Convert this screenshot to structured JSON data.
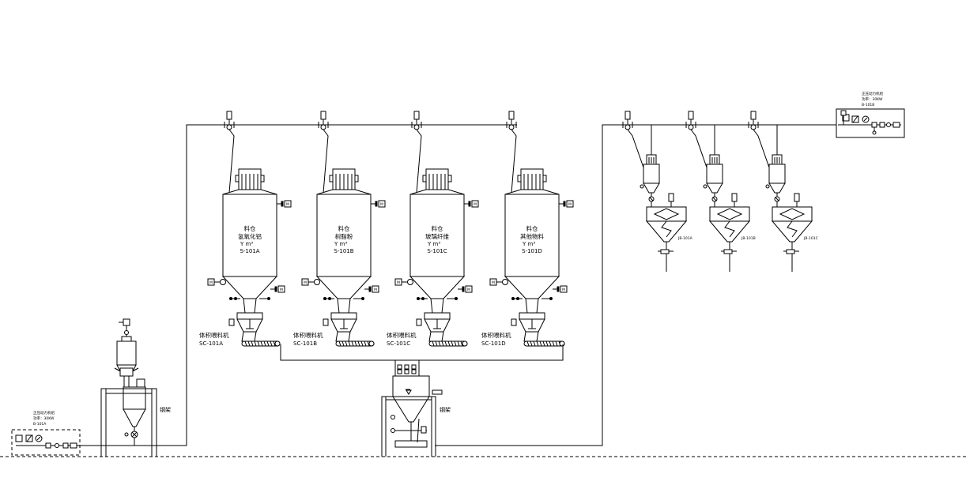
{
  "silos": [
    {
      "id": "S-101A",
      "title": "料仓",
      "material": "氢氧化铝",
      "capacity": "Y m³",
      "tag": "S-101A",
      "feeder_name": "体积喂料机",
      "feeder_tag": "SC-101A"
    },
    {
      "id": "S-101B",
      "title": "料仓",
      "material": "树脂粉",
      "capacity": "Y m³",
      "tag": "S-101B",
      "feeder_name": "体积喂料机",
      "feeder_tag": "SC-101B"
    },
    {
      "id": "S-101C",
      "title": "料仓",
      "material": "玻璃纤维",
      "capacity": "Y m³",
      "tag": "S-101C",
      "feeder_name": "体积喂料机",
      "feeder_tag": "SC-101C"
    },
    {
      "id": "S-101D",
      "title": "料仓",
      "material": "其他物料",
      "capacity": "Y m³",
      "tag": "S-101D",
      "feeder_name": "体积喂料机",
      "feeder_tag": "SC-101D"
    }
  ],
  "motor_label": "M",
  "frames": {
    "left": "钢架",
    "center": "钢架"
  },
  "blower_left": {
    "name": "正压动力机组",
    "power": "功率：30KW",
    "tag": "B-101A"
  },
  "blower_right": {
    "name": "正压动力机组",
    "power": "功率：30KW",
    "tag": "B-101B"
  },
  "receivers": [
    {
      "tag": "JB-101A",
      "note": ""
    },
    {
      "tag": "JB-101B",
      "note": ""
    },
    {
      "tag": "JB-101C",
      "note": ""
    }
  ],
  "colors": {
    "line": "#000000",
    "background": "#ffffff"
  }
}
